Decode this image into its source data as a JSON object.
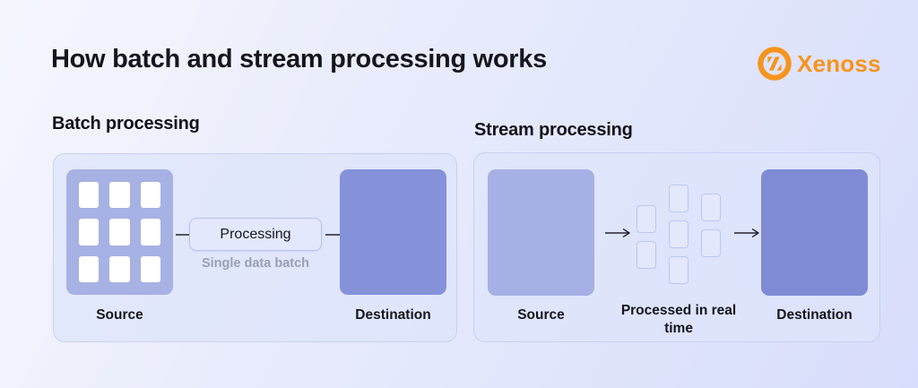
{
  "page": {
    "title": "How batch and stream processing works"
  },
  "logo": {
    "text": "Xenoss"
  },
  "batch": {
    "heading": "Batch processing",
    "source_label": "Source",
    "source_grid": {
      "rows": 3,
      "cols": 3
    },
    "processing_label": "Processing",
    "processing_caption": "Single data batch",
    "destination_label": "Destination"
  },
  "stream": {
    "heading": "Stream processing",
    "source_label": "Source",
    "queue_columns": [
      2,
      3,
      2
    ],
    "processing_label": "Processed in real time",
    "destination_label": "Destination"
  },
  "colors": {
    "brand_orange": "#f7941d",
    "page_bg_light": "#f1f3fd",
    "page_bg_dark": "#d8ddfb",
    "panel_fill": "#dde4fb",
    "panel_border": "#c8d1f4",
    "source_fill": "#a7b1e3",
    "destination_fill_batch": "#8592d9",
    "destination_fill_stream": "#7f8cd5",
    "processing_box_fill": "#e3e8fd",
    "processing_box_border": "#b7c2f0",
    "queue_rect_border": "#bcc6f2",
    "caption_gray": "#99a0b5",
    "text_dark": "#15151c"
  }
}
